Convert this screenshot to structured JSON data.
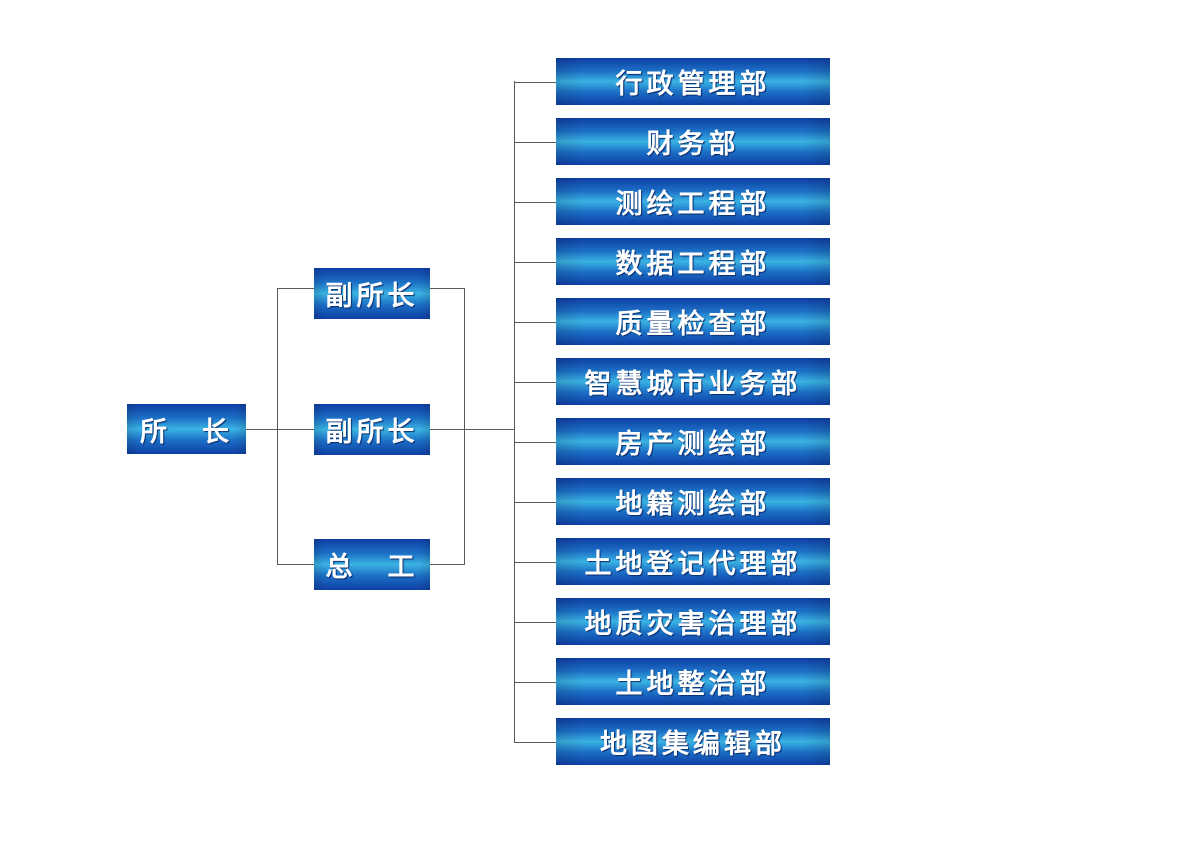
{
  "director": "所　长",
  "deputies": [
    "副所长",
    "副所长",
    "总　工"
  ],
  "departments": [
    "行政管理部",
    "财务部",
    "测绘工程部",
    "数据工程部",
    "质量检查部",
    "智慧城市业务部",
    "房产测绘部",
    "地籍测绘部",
    "土地登记代理部",
    "地质灾害治理部",
    "土地整治部",
    "地图集编辑部"
  ],
  "colors": {
    "box_dark": "#0f3ea5",
    "box_light": "#3ab3e3",
    "text": "#ffffff",
    "connector": "#5a5a5a"
  }
}
